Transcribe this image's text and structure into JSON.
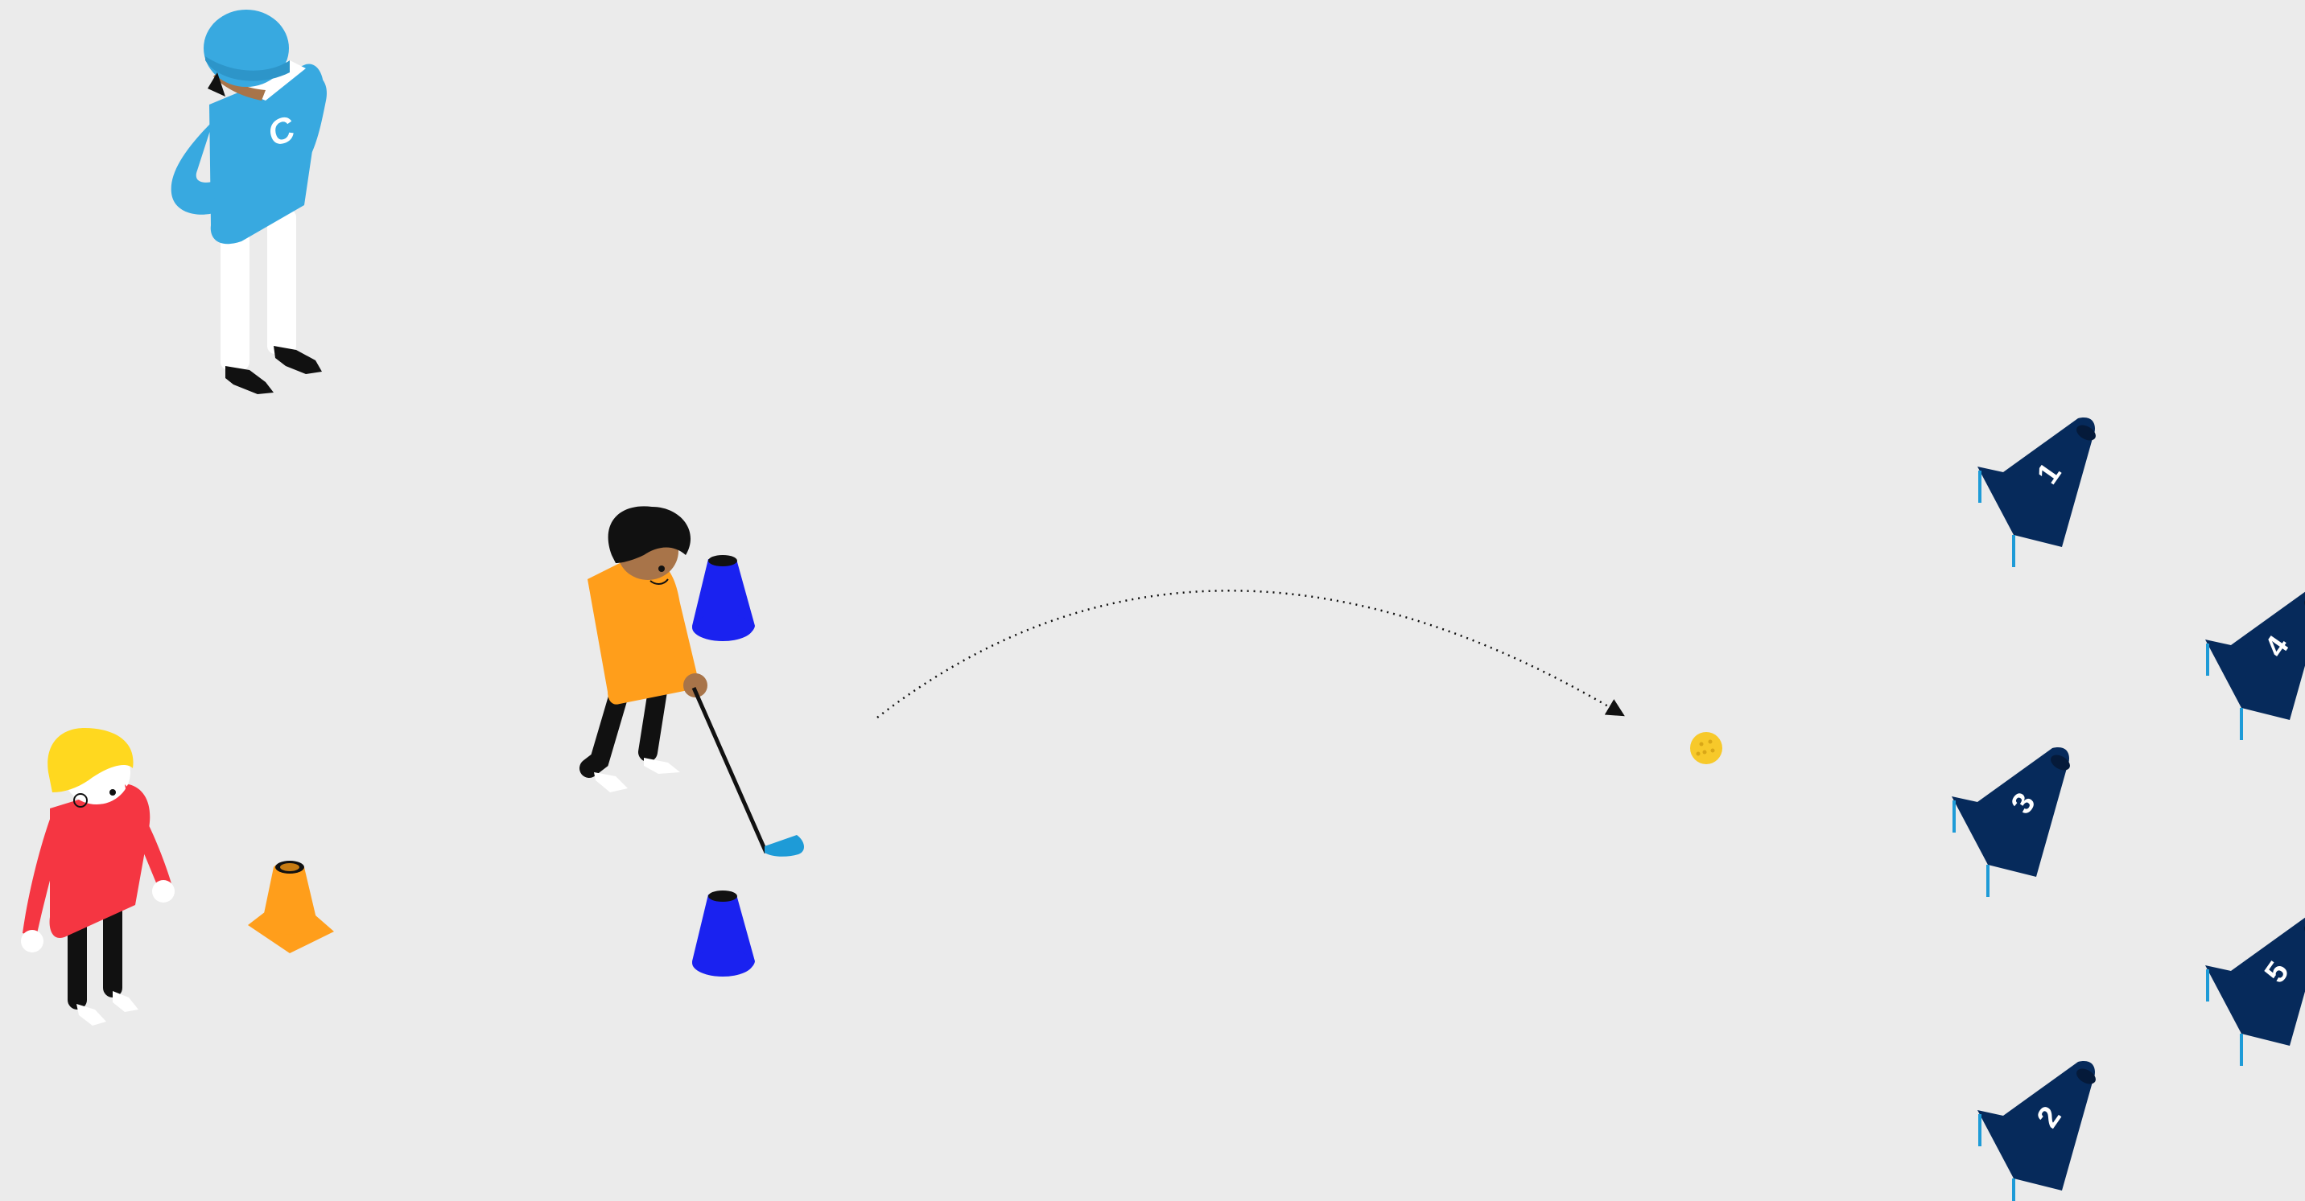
{
  "scene": {
    "background": "#ebebeb",
    "figures": [
      {
        "role": "coach",
        "chest_letter": "C",
        "shirt_color": "#38a9e0",
        "pants_color": "#ffffff",
        "skin_color": "#a87449",
        "shoe_color": "#111111"
      },
      {
        "role": "player-hitting",
        "shirt_color": "#ff9e1b",
        "pants_color": "#111111",
        "skin_color": "#a87449",
        "hair_color": "#111111"
      },
      {
        "role": "player-waiting",
        "shirt_color": "#f53642",
        "pants_color": "#111111",
        "skin_color": "#ffffff",
        "hair_color": "#ffd81f"
      }
    ],
    "club": {
      "shaft_color": "#111111",
      "head_color": "#1e9bd7"
    },
    "ball": {
      "color": "#f7c92a"
    },
    "cones": [
      {
        "kind": "marker-cone",
        "color": "#1a22f0"
      },
      {
        "kind": "marker-cone",
        "color": "#1a22f0"
      },
      {
        "kind": "traffic-cone",
        "color": "#ff9e1b"
      }
    ],
    "shot_path": {
      "style": "dotted",
      "has_arrowhead": true,
      "color": "#111111"
    },
    "target_flags": {
      "color": "#062a5b",
      "pole_color": "#1e9bd7",
      "labels": [
        "1",
        "2",
        "3",
        "4",
        "5"
      ]
    }
  }
}
